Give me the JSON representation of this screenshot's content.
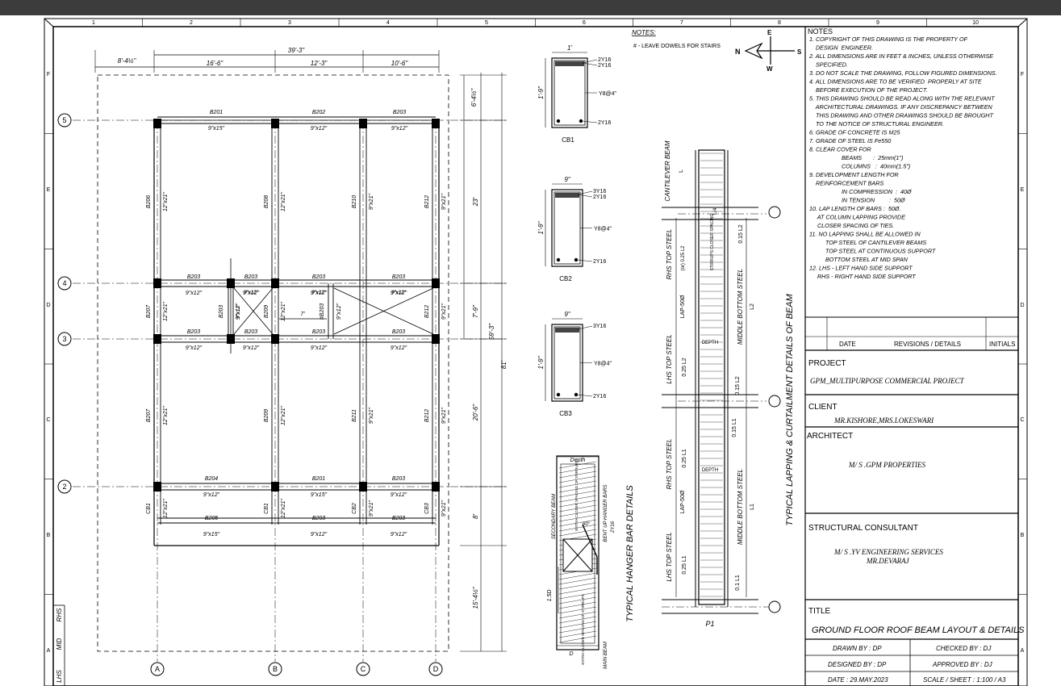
{
  "grid": {
    "columns": [
      "1",
      "2",
      "3",
      "4",
      "5",
      "6",
      "7",
      "8",
      "9",
      "10"
    ],
    "rows": [
      "F",
      "E",
      "D",
      "C",
      "B",
      "A"
    ]
  },
  "plan": {
    "overall_width": "39'-3\"",
    "left_offset": "8'-4½\"",
    "bay_widths": [
      "16'-6\"",
      "12'-3\"",
      "10'-6\""
    ],
    "axes_letters": [
      "A",
      "B",
      "C",
      "D"
    ],
    "axes_numbers": [
      "5",
      "4",
      "3",
      "2"
    ],
    "right_dims": [
      "6'-4½\"",
      "23'",
      "7'-9\"",
      "20'-6\"",
      "8'",
      "15'-4½\""
    ],
    "right_total_a": "59'-3\"",
    "right_total_b": "81'",
    "beams": [
      {
        "name": "B201",
        "size": "9\"x15\""
      },
      {
        "name": "B202",
        "size": "9\"x12\""
      },
      {
        "name": "B203",
        "size": "9\"x12\""
      },
      {
        "name": "B206",
        "size": "12\"x21\""
      },
      {
        "name": "B208",
        "size": "12\"x21\""
      },
      {
        "name": "B210",
        "size": "9\"x21\""
      },
      {
        "name": "B212",
        "size": "9\"x21\""
      },
      {
        "name": "B203",
        "size": "9\"x12\""
      },
      {
        "name": "B203",
        "size": "9\"x12\""
      },
      {
        "name": "B203",
        "size": "9\"x12\""
      },
      {
        "name": "B203",
        "size": "9\"x12\""
      },
      {
        "name": "B207",
        "size": "12\"x21\""
      },
      {
        "name": "B203",
        "size": "9\"x12\""
      },
      {
        "name": "B209",
        "size": "12\"x21\""
      },
      {
        "name": "#B203",
        "size": "9\"x12\""
      },
      {
        "name": "B212",
        "size": "9\"x21\""
      },
      {
        "name": "B203",
        "size": "9\"x12\""
      },
      {
        "name": "B203",
        "size": "9\"x12\""
      },
      {
        "name": "B203",
        "size": "9\"x12\""
      },
      {
        "name": "B203",
        "size": "9\"x12\""
      },
      {
        "name": "B207",
        "size": "12\"x21\""
      },
      {
        "name": "B209",
        "size": "12\"x21\""
      },
      {
        "name": "B211",
        "size": "9\"x21\""
      },
      {
        "name": "B212",
        "size": "9\"x21\""
      },
      {
        "name": "B204",
        "size": "9\"x12\""
      },
      {
        "name": "B201",
        "size": "9\"x15\""
      },
      {
        "name": "B203",
        "size": "9\"x12\""
      },
      {
        "name": "CB1",
        "size": "12\"x21\""
      },
      {
        "name": "CB1",
        "size": "12\"x21\""
      },
      {
        "name": "CB2",
        "size": "9\"x21\""
      },
      {
        "name": "CB3",
        "size": "9\"x21\""
      },
      {
        "name": "B205",
        "size": "9\"x15\""
      },
      {
        "name": "B203",
        "size": "9\"x12\""
      },
      {
        "name": "B203",
        "size": "9\"x12\""
      }
    ],
    "stair_dim": "7'",
    "lhs_mid_rhs": [
      "LHS",
      "MID",
      "RHS"
    ]
  },
  "notes_top": {
    "title": "NOTES:",
    "item": "# -  LEAVE DOWELS FOR STAIRS"
  },
  "compass": {
    "n": "N",
    "e": "E",
    "s": "S",
    "w": "W"
  },
  "sections": [
    {
      "name": "CB1",
      "width": "1'",
      "depth": "1'-9\"",
      "top": [
        "2Y16",
        "2Y16"
      ],
      "stirrup": "Y8@4\"",
      "bottom": "2Y16"
    },
    {
      "name": "CB2",
      "width": "9\"",
      "depth": "1'-9\"",
      "top": [
        "3Y16",
        "2Y16"
      ],
      "stirrup": "Y8@4\"",
      "bottom": "2Y16"
    },
    {
      "name": "CB3",
      "width": "9\"",
      "depth": "1'-9\"",
      "top": [
        "3Y16"
      ],
      "stirrup": "Y8@4\"",
      "bottom": "2Y16"
    }
  ],
  "hanger": {
    "title": "TYPICAL HANGER BAR DETAILS",
    "depth": "Depth",
    "secondary": "SECONDARY BEAM",
    "bent": "BENT UP HANGER BARS",
    "bent_size": "2Y16",
    "angle": "60°",
    "main": "MAIN BEAM",
    "dim_d": "D",
    "dim_15d": "1.5D",
    "extra": "EXTRA CLOSER SPACING OF STIRRUPS"
  },
  "lapping": {
    "title": "TYPICAL LAPPING & CURTAILMENT DETAILS OF BEAM",
    "labels": [
      "CANTILEVER BEAM",
      "L",
      "RHS TOP STEEL",
      "(or) 0.25 L2",
      "LAP-50Ø",
      "LHS TOP STEEL",
      "0.25 L2",
      "MIDDLE BOTTOM STEEL",
      "L2",
      "0.15 L2",
      "0.15 L2",
      "DEPTH",
      "0.15 L1",
      "RHS TOP STEEL",
      "0.25 L1",
      "LAP-50Ø",
      "DEPTH",
      "MIDDLE BOTTOM STEEL",
      "L1",
      "LHS TOP STEEL",
      "0.25 L1",
      "0.1 L1",
      "P1",
      "STIRRUPS CLOSER SPACING",
      "L/4"
    ]
  },
  "notes": {
    "heading": "NOTES",
    "lines": [
      "1. COPYRIGHT OF THIS DRAWING IS THE PROPERTY OF",
      "    DESIGN  ENGINEER.",
      "2. ALL DIMENSIONS ARE IN FEET & INCHES, UNLESS OTHERWISE",
      "    SPECIFIED.",
      "3. DO NOT SCALE THE DRAWING, FOLLOW FIGURED DIMENSIONS.",
      "4. ALL DIMENSIONS ARE TO BE VERIFIED  PROPERLY AT SITE",
      "    BEFORE EXECUTION OF THE PROJECT.",
      "5. THIS DRAWING SHOULD BE READ ALONG WITH THE RELEVANT",
      "    ARCHITECTURAL DRAWINGS. IF ANY DISCREPANCY BETWEEN",
      "    THIS DRAWING AND OTHER DRAWINGS SHOULD BE BROUGHT",
      "    TO THE NOTICE OF STRUCTURAL ENGINEER.",
      "6. GRADE OF CONCRETE IS M25",
      "7. GRADE OF STEEL IS Fe550",
      "8. CLEAR COVER FOR",
      "                    BEAMS       :  25mm(1\")",
      "                    COLUMNS   :  40mm(1.5\")",
      "9. DEVELOPMENT LENGTH FOR",
      "    REINFORCEMENT BARS",
      "                    IN COMPRESSION  :  40Ø",
      "                    IN TENSION         :  50Ø",
      "10. LAP LENGTH OF BARS :  50Ø.",
      "     AT COLUMN LAPPING PROVIDE",
      "     CLOSER SPACING OF TIES.",
      "11. NO LAPPING SHALL BE ALLOWED IN",
      "          TOP STEEL OF CANTILEVER BEAMS",
      "          TOP STEEL AT CONTINUOUS SUPPORT",
      "          BOTTOM STEEL AT MID SPAN",
      "12. LHS - LEFT HAND SIDE SUPPORT",
      "     RHS - RIGHT HAND SIDE SUPPORT"
    ]
  },
  "title_block": {
    "rev_date": "DATE",
    "rev_details": "REVISIONS / DETAILS",
    "rev_initials": "INITIALS",
    "project_label": "PROJECT",
    "project": "GPM_MULTIPURPOSE COMMERCIAL PROJECT",
    "client_label": "CLIENT",
    "client": "MR.KISHORE,MRS.LOKESWARI",
    "architect_label": "ARCHITECT",
    "architect": "M/ S .GPM PROPERTIES",
    "consultant_label": "STRUCTURAL  CONSULTANT",
    "consultant_1": "M/ S .YV ENGINEERING SERVICES",
    "consultant_2": "MR.DEVARAJ",
    "title_label": "TITLE",
    "title": "GROUND FLOOR ROOF BEAM LAYOUT & DETAILS",
    "drawn": "DRAWN BY :  DP",
    "checked": "CHECKED BY :  DJ",
    "designed": "DESIGNED BY :  DP",
    "approved": "APPROVED BY :  DJ",
    "date": "DATE  :  29.MAY.2023",
    "scale": "SCALE / SHEET  :  1:100 / A3"
  }
}
